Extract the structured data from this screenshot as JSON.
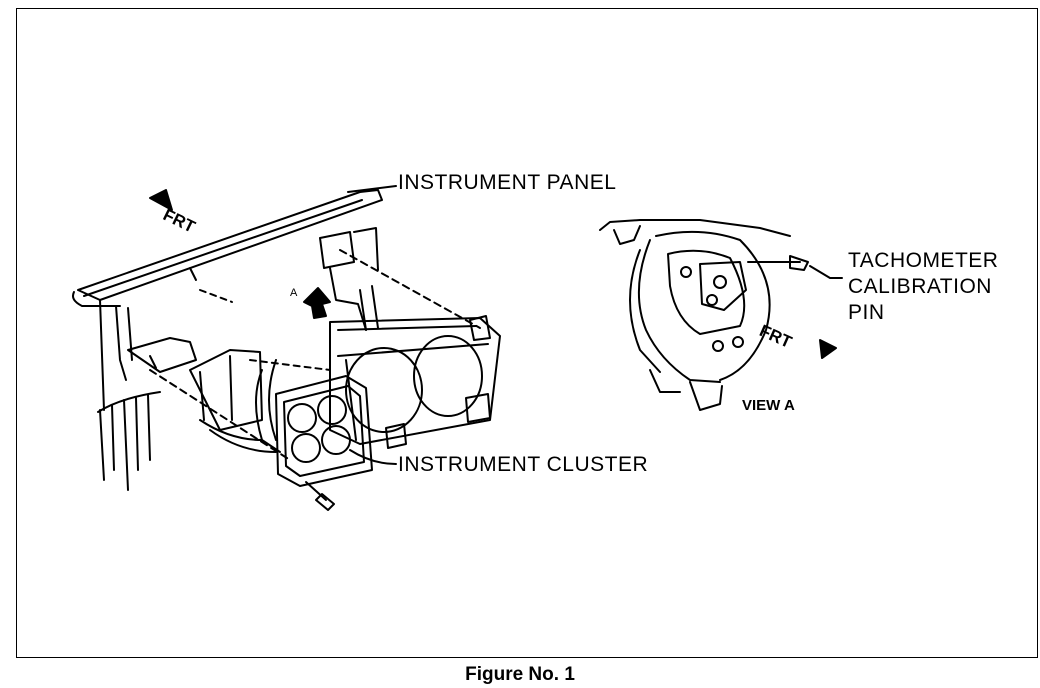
{
  "figure": {
    "caption": "Figure No. 1",
    "labels": {
      "instrument_panel": "INSTRUMENT PANEL",
      "instrument_cluster": "INSTRUMENT CLUSTER",
      "tachometer_line1": "TACHOMETER",
      "tachometer_line2": "CALIBRATION",
      "tachometer_line3": "PIN",
      "view_a": "VIEW A",
      "frt_left": "FRT",
      "frt_right": "FRT",
      "callout_a": "A"
    }
  },
  "colors": {
    "ink": "#000000",
    "paper": "#ffffff"
  }
}
